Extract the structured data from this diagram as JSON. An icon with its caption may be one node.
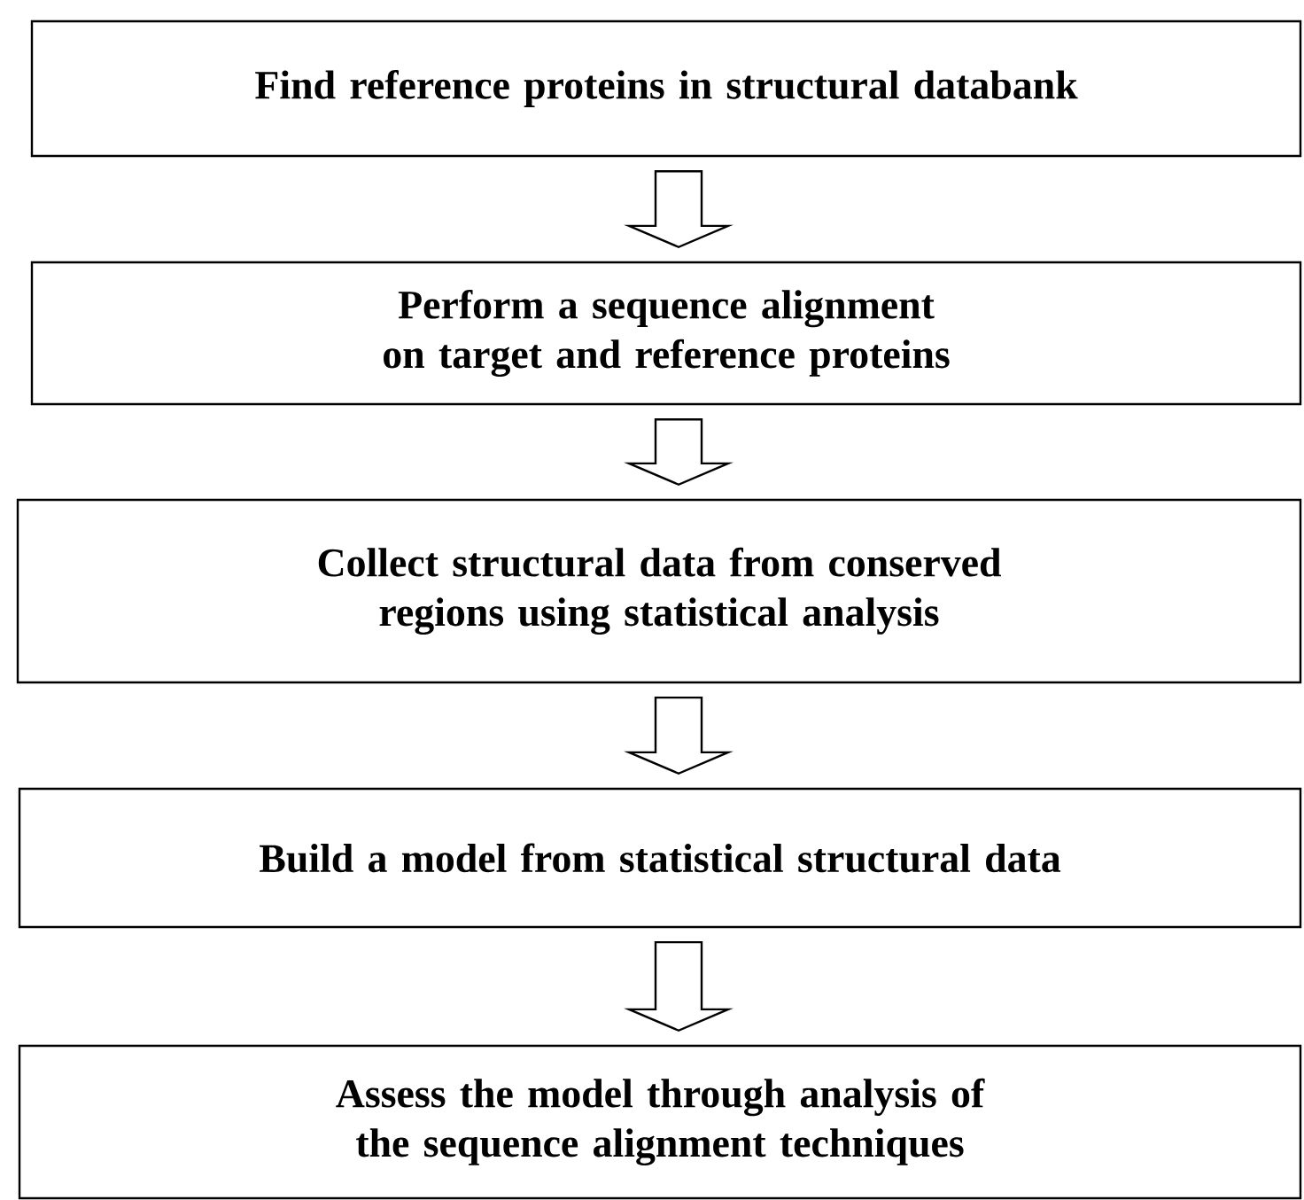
{
  "diagram": {
    "nodes": [
      {
        "text": [
          "Find reference proteins in structural databank"
        ]
      },
      {
        "text": [
          "Perform a sequence alignment on target and reference proteins"
        ]
      },
      {
        "text": [
          "Collect structural data from conserved regions using statistical analysis"
        ]
      },
      {
        "text": [
          "Build a model from statistical structural data"
        ]
      },
      {
        "text": [
          "Assess the model through analysis of the sequence alignment techniques"
        ]
      }
    ],
    "edges": [
      {
        "from": 0,
        "to": 1,
        "arrow": "to"
      },
      {
        "from": 1,
        "to": 2,
        "arrow": "to"
      },
      {
        "from": 2,
        "to": 3,
        "arrow": "to"
      },
      {
        "from": 3,
        "to": 4,
        "arrow": "to"
      }
    ]
  }
}
